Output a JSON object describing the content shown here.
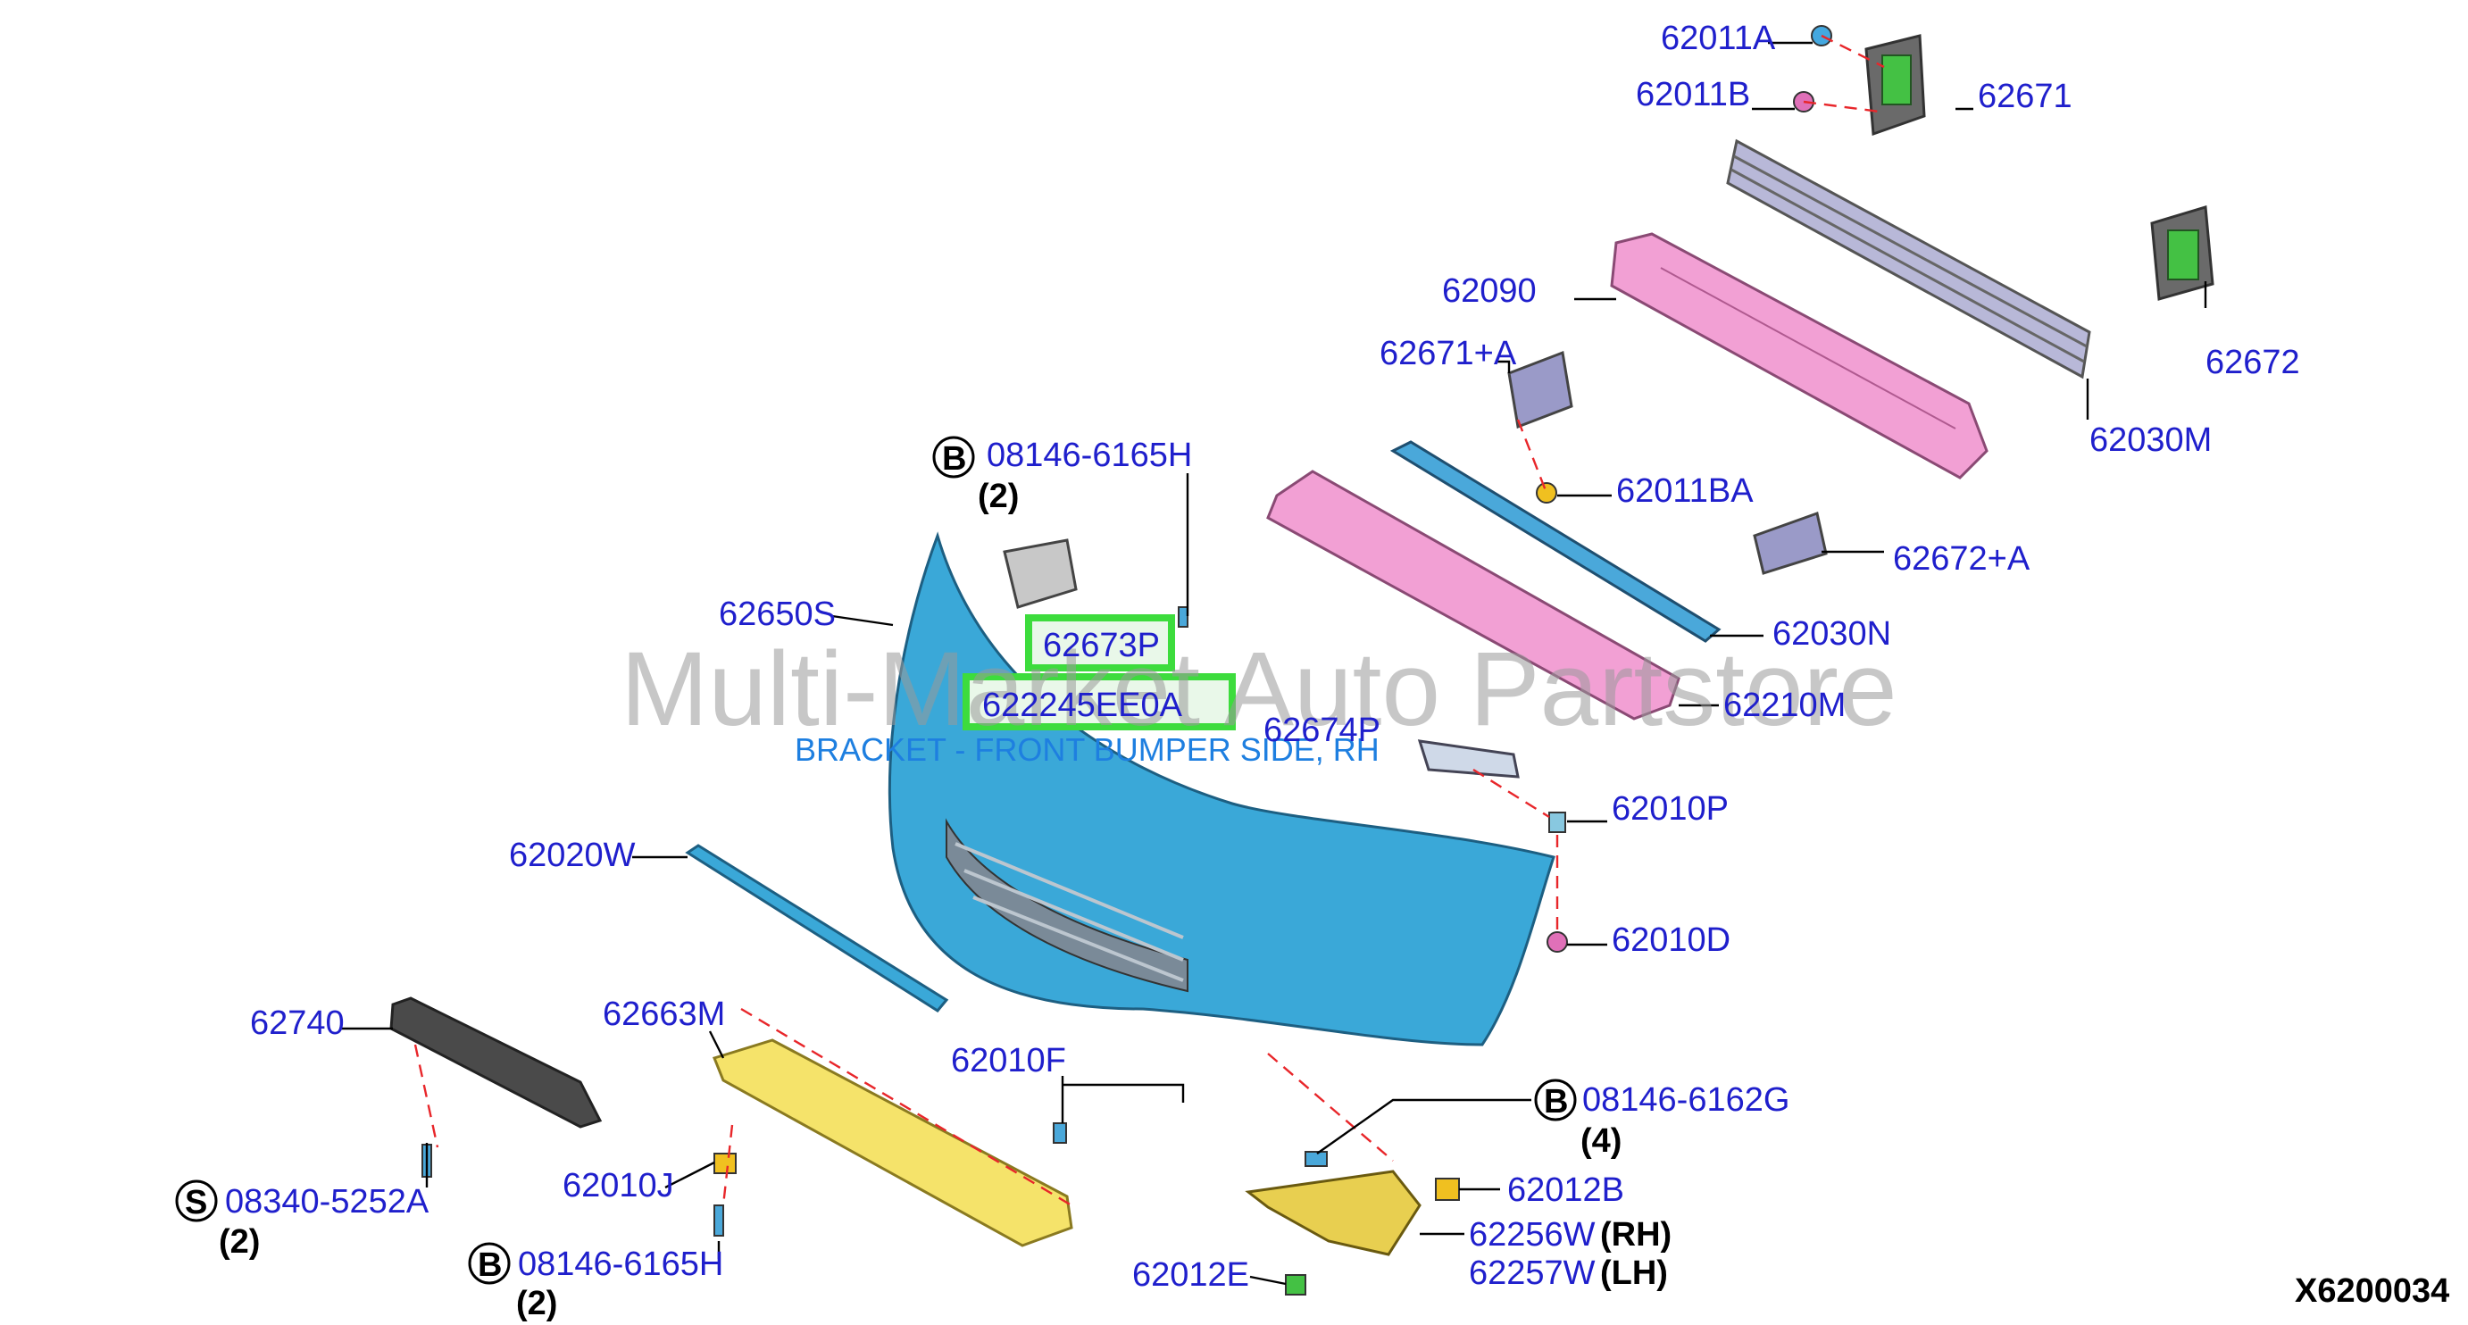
{
  "diagram_id": "X6200034",
  "watermark": "Multi-Market Auto Partstore",
  "highlighted": {
    "part_a": "62673P",
    "part_b": "622245EE0A",
    "description": "BRACKET - FRONT BUMPER SIDE, RH"
  },
  "colors": {
    "label": "#1f1fcc",
    "highlight_box": "#3ddc3d",
    "bumper_fascia": "#3aa8d8",
    "absorber": "#f2a0d4",
    "undercover": "#f5e36a",
    "dash_line": "#e8262a"
  },
  "symbols": {
    "bolt": "B",
    "screw": "S"
  },
  "labels": {
    "p62011A": "62011A",
    "p62011B": "62011B",
    "p62671": "62671",
    "p62090": "62090",
    "p62672": "62672",
    "p62671A": "62671+A",
    "p62030M": "62030M",
    "p08146_6165H_top": "08146-6165H",
    "qty_top": "(2)",
    "p62011BA": "62011BA",
    "p62672A": "62672+A",
    "p62650S": "62650S",
    "p62030N": "62030N",
    "p62210M": "62210M",
    "p62674P": "62674P",
    "p62010P": "62010P",
    "p62020W": "62020W",
    "p62010D": "62010D",
    "p62740": "62740",
    "p62663M": "62663M",
    "p62010F": "62010F",
    "p08146_6162G": "08146-6162G",
    "qty_6162G": "(4)",
    "p62010J": "62010J",
    "p62012B": "62012B",
    "p08340_5252A": "08340-5252A",
    "qty_5252A": "(2)",
    "p62256W": "62256W",
    "rh": "(RH)",
    "p62257W": "62257W",
    "lh": "(LH)",
    "p08146_6165H_bot": "08146-6165H",
    "qty_bot": "(2)",
    "p62012E": "62012E"
  }
}
